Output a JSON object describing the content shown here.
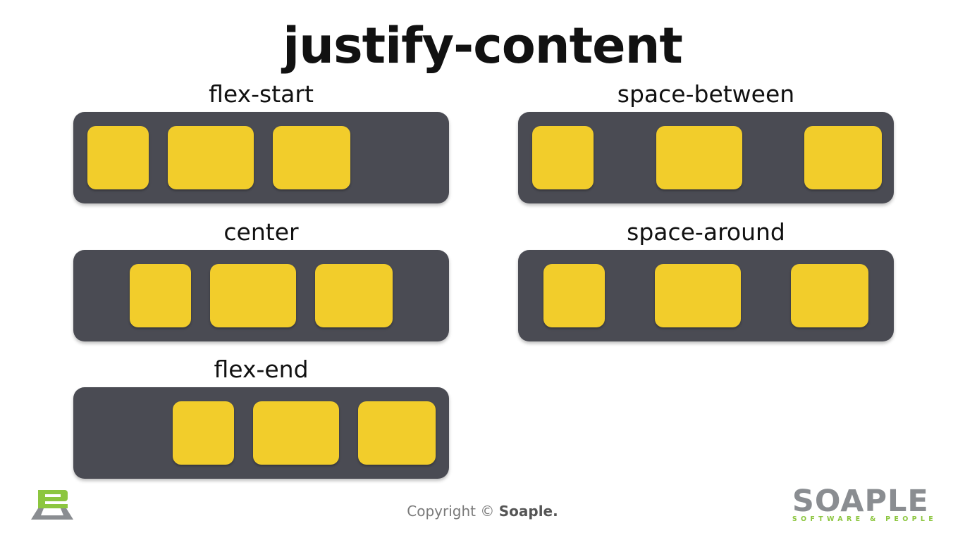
{
  "title": "justify-content",
  "demos": [
    {
      "id": "flex-start",
      "label": "flex-start"
    },
    {
      "id": "center",
      "label": "center"
    },
    {
      "id": "flex-end",
      "label": "flex-end"
    },
    {
      "id": "space-between",
      "label": "space-between"
    },
    {
      "id": "space-around",
      "label": "space-around"
    }
  ],
  "footer": {
    "copyright_prefix": "Copyright ©",
    "copyright_brand": "Soaple."
  },
  "brand": {
    "wordmark": "SOAPLE",
    "tagline": "SOFTWARE & PEOPLE",
    "logo_icon": "soaple-logo-icon"
  },
  "colors": {
    "container": "#4a4b53",
    "item": "#f2cd2b",
    "brand_green": "#8cc63f",
    "brand_gray": "#8a8d91"
  }
}
